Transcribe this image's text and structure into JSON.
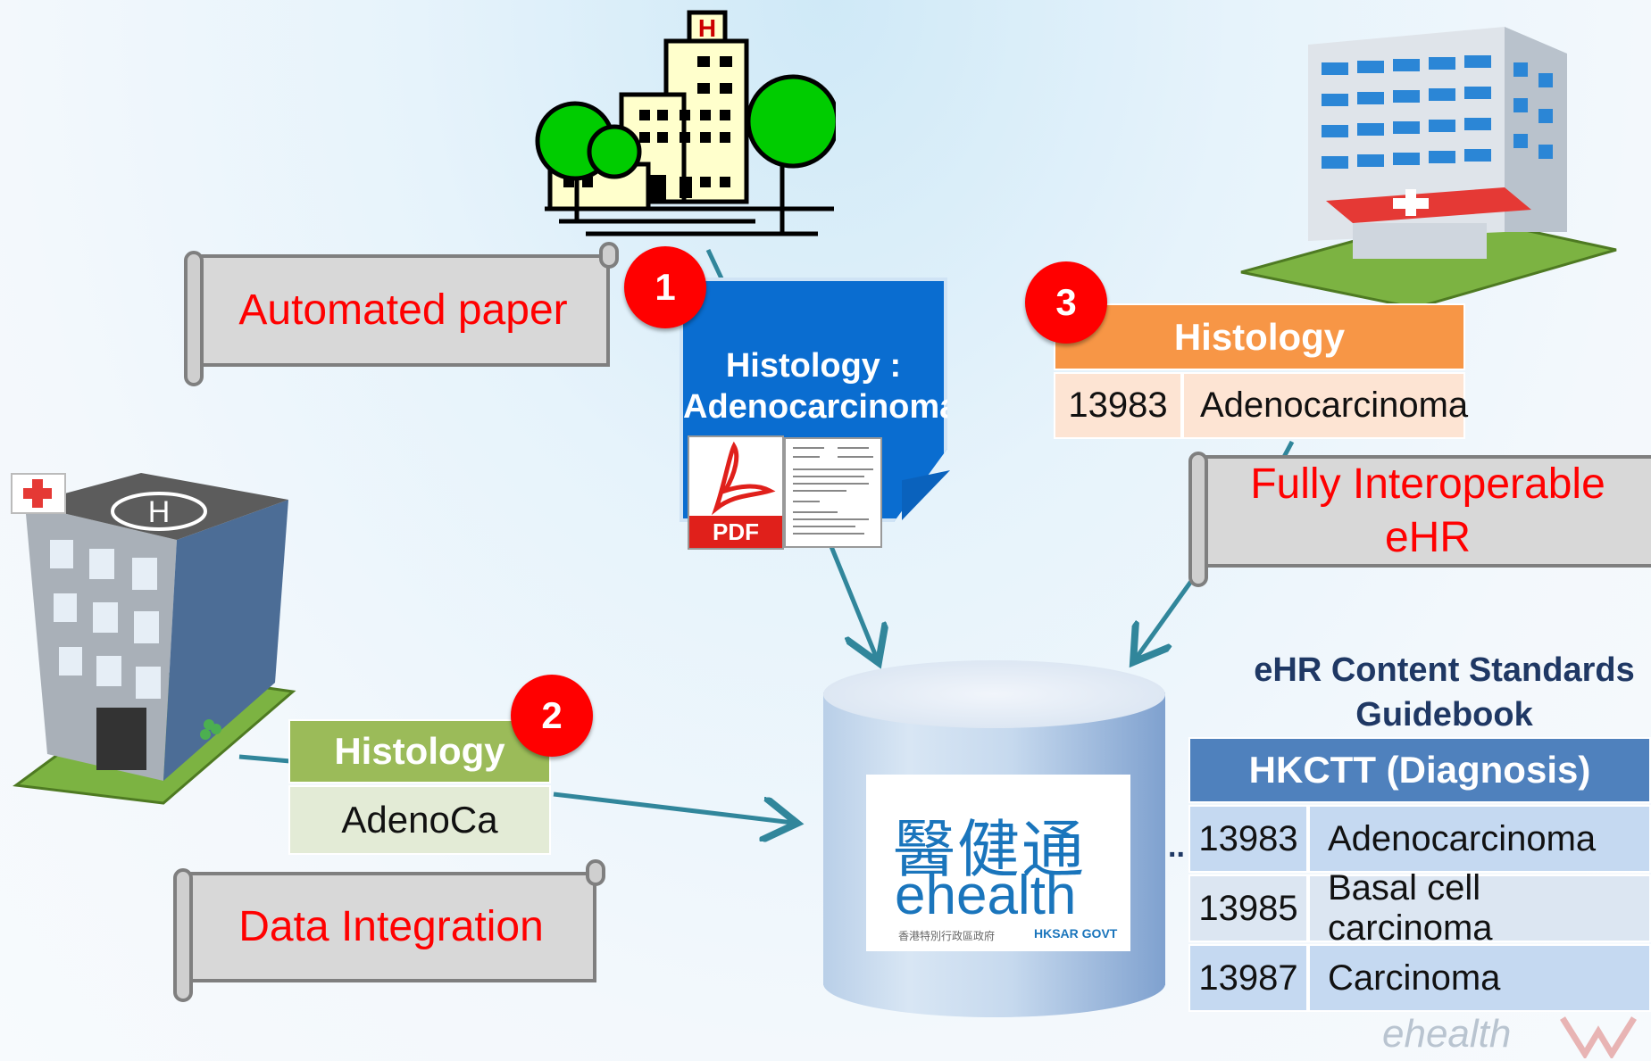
{
  "colors": {
    "badge": "#ff0000",
    "banner_text": "#ff0000",
    "banner_fill": "#d8d8d8",
    "arrow": "#31869b",
    "histology_orange": "#f79646",
    "histology_green": "#9bbb59",
    "hkctt_header": "#4f81bd",
    "hkctt_row": "#c5d9f1",
    "pdf_blue": "#0a6dd0",
    "title_navy": "#1f3864"
  },
  "banners": {
    "automated": "Automated paper",
    "integration": "Data Integration",
    "interop_line1": "Fully Interoperable",
    "interop_line2": "eHR"
  },
  "badges": {
    "one": "1",
    "two": "2",
    "three": "3"
  },
  "pdf_doc": {
    "title_line1": "Histology :",
    "title_line2": "Adenocarcinoma",
    "pdf_label": "PDF"
  },
  "hospital_top": {
    "sign": "H"
  },
  "table_integration": {
    "header": "Histology",
    "value": "AdenoCa"
  },
  "table_interop": {
    "header": "Histology",
    "code": "13983",
    "value": "Adenocarcinoma"
  },
  "guidebook": {
    "title_line1": "eHR Content Standards",
    "title_line2": "Guidebook",
    "header": "HKCTT (Diagnosis)",
    "rows": [
      {
        "code": "13983",
        "term": "Adenocarcinoma"
      },
      {
        "code": "13985",
        "term": "Basal cell carcinoma"
      },
      {
        "code": "13987",
        "term": "Carcinoma"
      }
    ],
    "ellipsis": ".."
  },
  "ehealth": {
    "chinese": "醫健通",
    "brand": "ehealth",
    "sub_cn": "香港特別行政區政府",
    "sub_en": "HKSAR GOVT"
  },
  "footer_logo": {
    "brand": "ehealth"
  }
}
